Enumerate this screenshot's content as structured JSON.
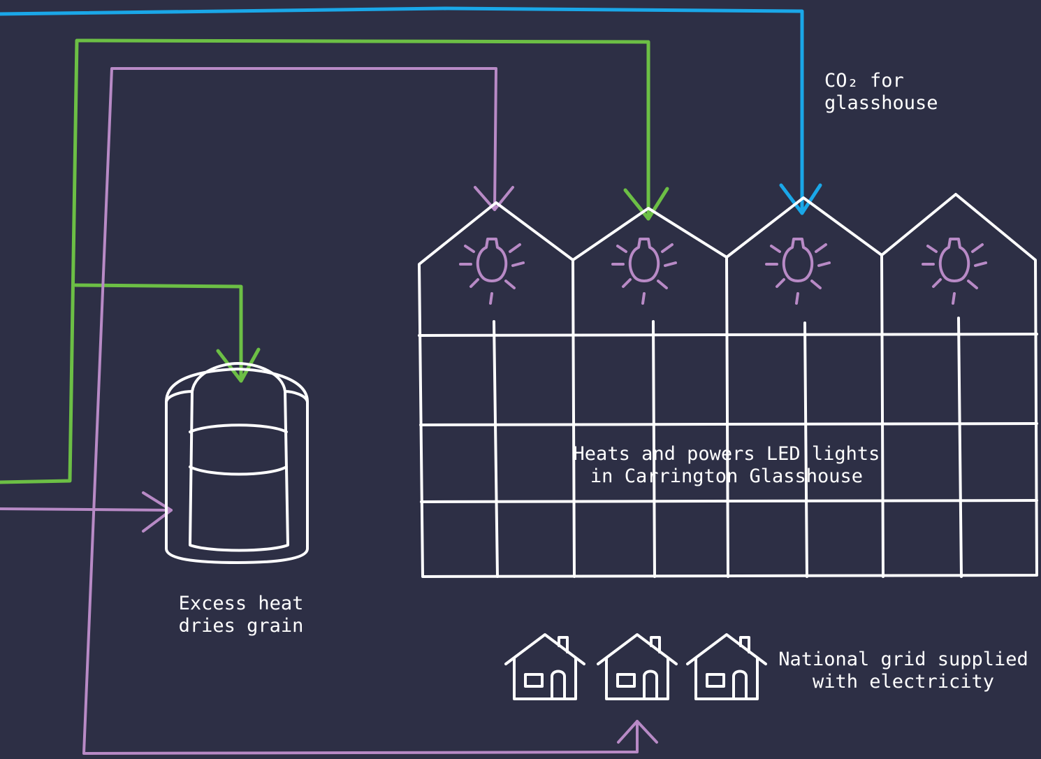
{
  "labels": {
    "co2_line1": "CO₂ for",
    "co2_line2": "glasshouse",
    "glasshouse_line1": "Heats and powers LED lights",
    "glasshouse_line2": "in Carrington Glasshouse",
    "grain_line1": "Excess heat",
    "grain_line2": "dries grain",
    "grid_line1": "National grid supplied",
    "grid_line2": "with electricity"
  },
  "colors": {
    "background": "#2d2f45",
    "outline": "#ffffff",
    "electricity": "#b88ac6",
    "heat": "#6cbf45",
    "co2": "#1aa7e8"
  },
  "icons": [
    "greenhouse",
    "led-bulb",
    "grain-silo",
    "house"
  ]
}
